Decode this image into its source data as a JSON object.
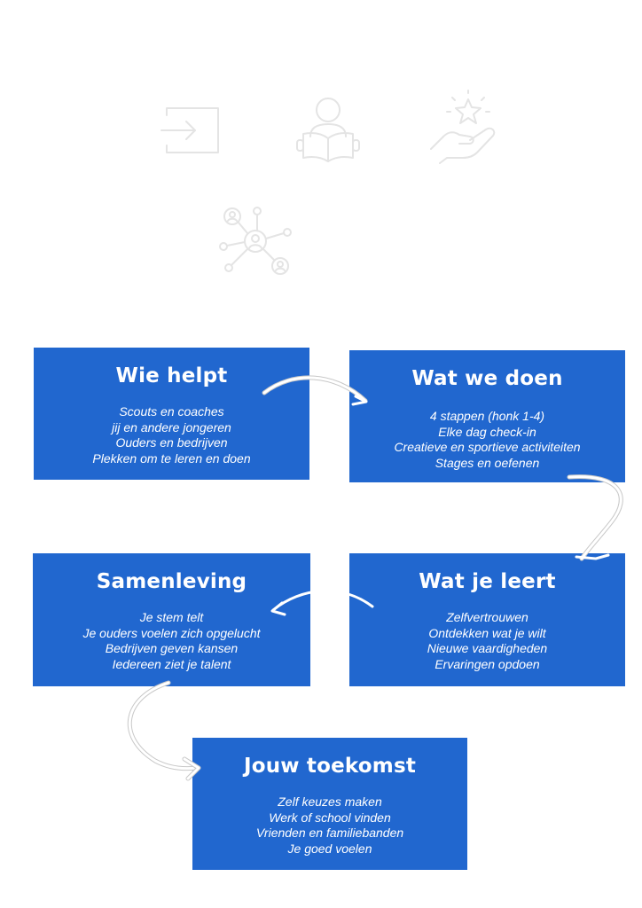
{
  "colors": {
    "card": "#2167cf",
    "text": "#ffffff",
    "icon": "#e4e4e4"
  },
  "icons": [
    "sign-in-icon",
    "reader-icon",
    "hand-star-icon",
    "network-people-icon"
  ],
  "cards": {
    "wie_helpt": {
      "title": "Wie helpt",
      "items": [
        "Scouts en coaches",
        "jij en andere jongeren",
        "Ouders en bedrijven",
        "Plekken om te leren en doen"
      ]
    },
    "wat_we_doen": {
      "title": "Wat we doen",
      "items": [
        "4 stappen (honk 1-4)",
        "Elke dag check-in",
        "Creatieve en sportieve activiteiten",
        "Stages en oefenen"
      ]
    },
    "samenleving": {
      "title": "Samenleving",
      "items": [
        "Je stem telt",
        "Je ouders voelen zich opgelucht",
        "Bedrijven geven kansen",
        "Iedereen ziet je talent"
      ]
    },
    "wat_je_leert": {
      "title": "Wat je leert",
      "items": [
        "Zelfvertrouwen",
        "Ontdekken wat je wilt",
        "Nieuwe vaardigheden",
        "Ervaringen opdoen"
      ]
    },
    "jouw_toekomst": {
      "title": "Jouw toekomst",
      "items": [
        "Zelf keuzes maken",
        "Werk of school vinden",
        "Vrienden en familiebanden",
        "Je goed voelen"
      ]
    }
  }
}
